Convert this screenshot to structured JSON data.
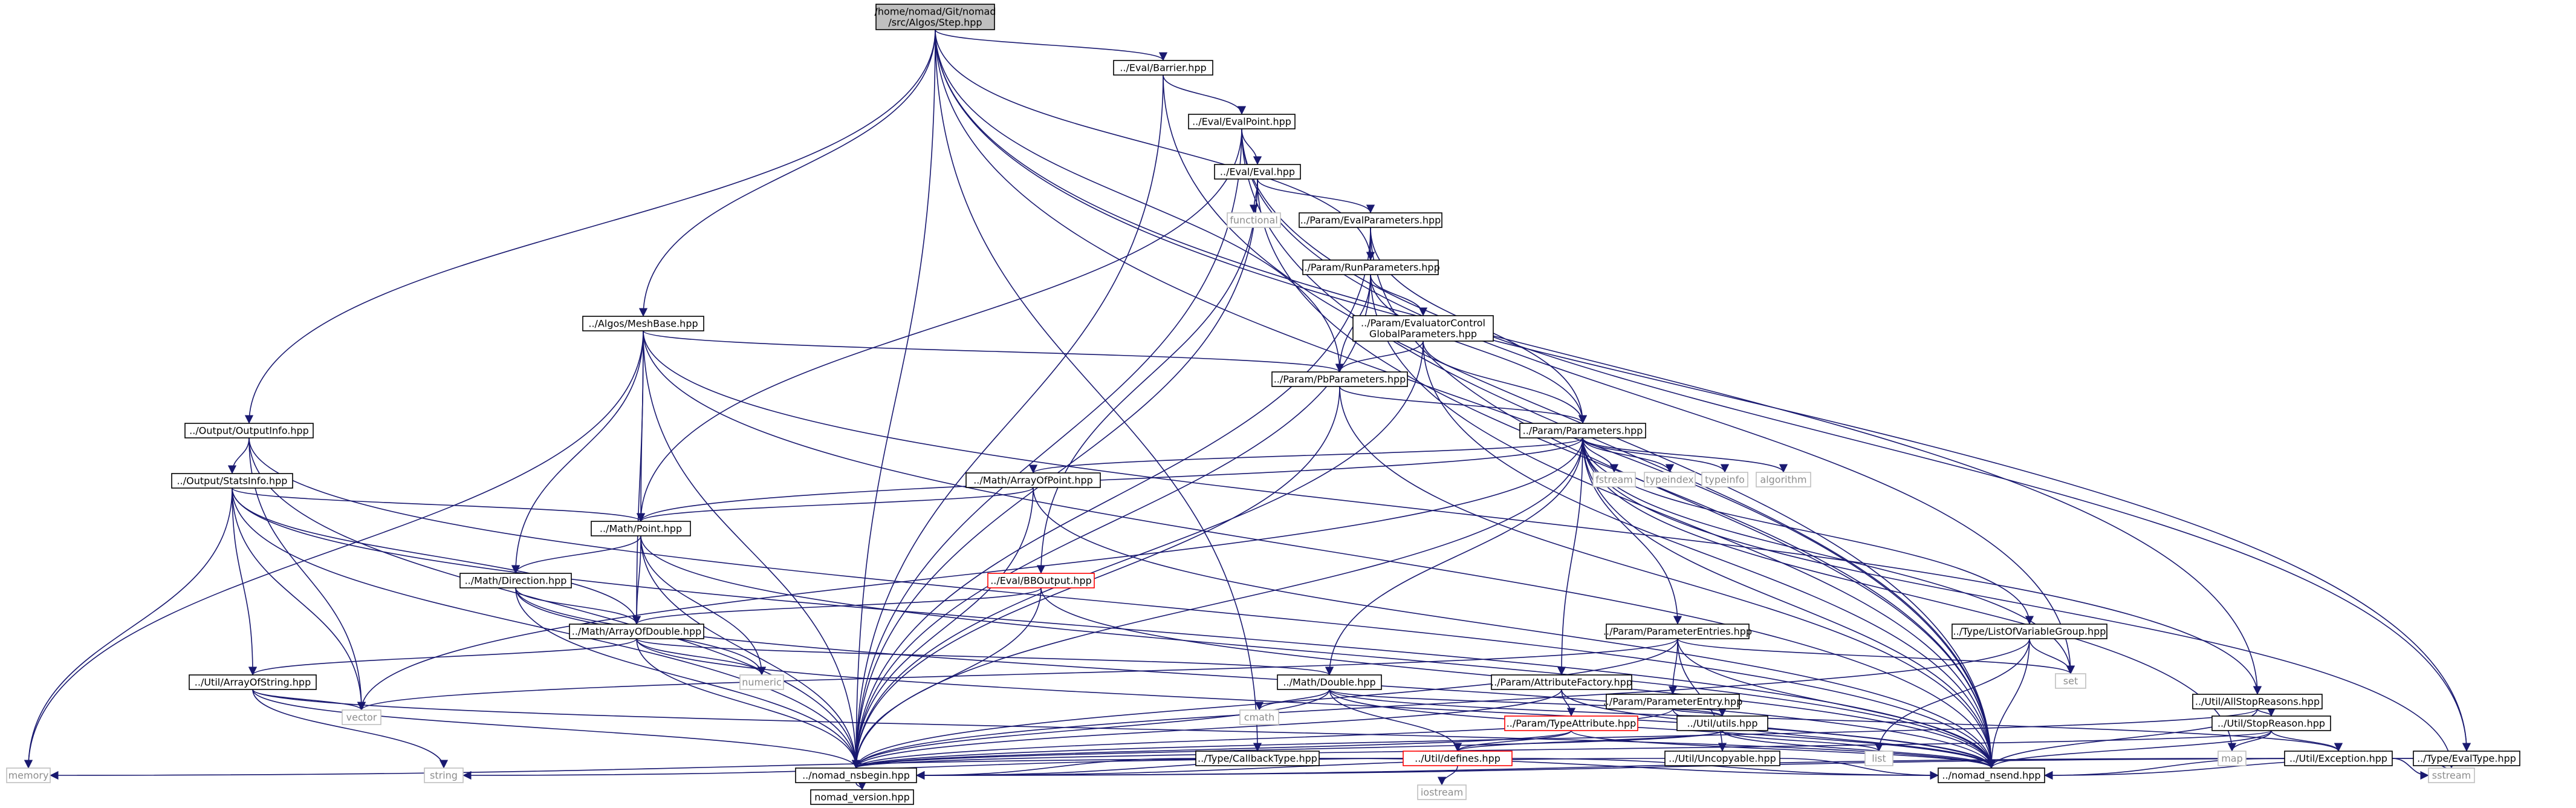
{
  "colors": {
    "edge": "#191970",
    "node_border": "#000000",
    "root_fill": "#bfbfbf",
    "system_border": "#bfbfbf",
    "system_text": "#8c8c8c",
    "error_border": "#ff0000",
    "text": "#000000"
  },
  "nodes": [
    {
      "id": "root",
      "lines": [
        "/home/nomad/Git/nomad",
        "/src/Algos/Step.hpp"
      ],
      "style": "root"
    },
    {
      "id": "barrier",
      "lines": [
        "../Eval/Barrier.hpp"
      ],
      "style": "normal"
    },
    {
      "id": "evalpoint",
      "lines": [
        "../Eval/EvalPoint.hpp"
      ],
      "style": "normal"
    },
    {
      "id": "eval",
      "lines": [
        "../Eval/Eval.hpp"
      ],
      "style": "normal"
    },
    {
      "id": "functional",
      "lines": [
        "functional"
      ],
      "style": "system"
    },
    {
      "id": "evalparams",
      "lines": [
        "../Param/EvalParameters.hpp"
      ],
      "style": "normal"
    },
    {
      "id": "runparams",
      "lines": [
        "../Param/RunParameters.hpp"
      ],
      "style": "normal"
    },
    {
      "id": "evalctrl",
      "lines": [
        "../Param/EvaluatorControl",
        "GlobalParameters.hpp"
      ],
      "style": "normal"
    },
    {
      "id": "meshbase",
      "lines": [
        "../Algos/MeshBase.hpp"
      ],
      "style": "normal"
    },
    {
      "id": "pbparams",
      "lines": [
        "../Param/PbParameters.hpp"
      ],
      "style": "normal"
    },
    {
      "id": "outputinfo",
      "lines": [
        "../Output/OutputInfo.hpp"
      ],
      "style": "normal"
    },
    {
      "id": "statsinfo",
      "lines": [
        "../Output/StatsInfo.hpp"
      ],
      "style": "normal"
    },
    {
      "id": "parameters",
      "lines": [
        "../Param/Parameters.hpp"
      ],
      "style": "normal"
    },
    {
      "id": "fstream",
      "lines": [
        "fstream"
      ],
      "style": "system"
    },
    {
      "id": "typeindex",
      "lines": [
        "typeindex"
      ],
      "style": "system"
    },
    {
      "id": "typeinfo",
      "lines": [
        "typeinfo"
      ],
      "style": "system"
    },
    {
      "id": "algorithm",
      "lines": [
        "algorithm"
      ],
      "style": "system"
    },
    {
      "id": "arrayofpoint",
      "lines": [
        "../Math/ArrayOfPoint.hpp"
      ],
      "style": "normal"
    },
    {
      "id": "point",
      "lines": [
        "../Math/Point.hpp"
      ],
      "style": "normal"
    },
    {
      "id": "direction",
      "lines": [
        "../Math/Direction.hpp"
      ],
      "style": "normal"
    },
    {
      "id": "bboutput",
      "lines": [
        "../Eval/BBOutput.hpp"
      ],
      "style": "error"
    },
    {
      "id": "arrayofdouble",
      "lines": [
        "../Math/ArrayOfDouble.hpp"
      ],
      "style": "normal"
    },
    {
      "id": "paramentries",
      "lines": [
        "../Param/ParameterEntries.hpp"
      ],
      "style": "normal"
    },
    {
      "id": "listofvar",
      "lines": [
        "../Type/ListOfVariableGroup.hpp"
      ],
      "style": "normal"
    },
    {
      "id": "arrayofstring",
      "lines": [
        "../Util/ArrayOfString.hpp"
      ],
      "style": "normal"
    },
    {
      "id": "numeric",
      "lines": [
        "numeric"
      ],
      "style": "system"
    },
    {
      "id": "double",
      "lines": [
        "../Math/Double.hpp"
      ],
      "style": "normal"
    },
    {
      "id": "attrfactory",
      "lines": [
        "../Param/AttributeFactory.hpp"
      ],
      "style": "normal"
    },
    {
      "id": "paramentry",
      "lines": [
        "../Param/ParameterEntry.hpp"
      ],
      "style": "normal"
    },
    {
      "id": "set",
      "lines": [
        "set"
      ],
      "style": "system"
    },
    {
      "id": "allstop",
      "lines": [
        "../Util/AllStopReasons.hpp"
      ],
      "style": "normal"
    },
    {
      "id": "vector",
      "lines": [
        "vector"
      ],
      "style": "system"
    },
    {
      "id": "cmath",
      "lines": [
        "cmath"
      ],
      "style": "system"
    },
    {
      "id": "typeattr",
      "lines": [
        "../Param/TypeAttribute.hpp"
      ],
      "style": "error"
    },
    {
      "id": "utils",
      "lines": [
        "../Util/utils.hpp"
      ],
      "style": "normal"
    },
    {
      "id": "stopreason",
      "lines": [
        "../Util/StopReason.hpp"
      ],
      "style": "normal"
    },
    {
      "id": "callbacktype",
      "lines": [
        "../Type/CallbackType.hpp"
      ],
      "style": "normal"
    },
    {
      "id": "defines",
      "lines": [
        "../Util/defines.hpp"
      ],
      "style": "error"
    },
    {
      "id": "uncopyable",
      "lines": [
        "../Util/Uncopyable.hpp"
      ],
      "style": "normal"
    },
    {
      "id": "list",
      "lines": [
        "list"
      ],
      "style": "system"
    },
    {
      "id": "map",
      "lines": [
        "map"
      ],
      "style": "system"
    },
    {
      "id": "exception",
      "lines": [
        "../Util/Exception.hpp"
      ],
      "style": "normal"
    },
    {
      "id": "evaltype",
      "lines": [
        "../Type/EvalType.hpp"
      ],
      "style": "normal"
    },
    {
      "id": "memory",
      "lines": [
        "memory"
      ],
      "style": "system"
    },
    {
      "id": "string",
      "lines": [
        "string"
      ],
      "style": "system"
    },
    {
      "id": "nombegin",
      "lines": [
        "../nomad_nsbegin.hpp"
      ],
      "style": "normal"
    },
    {
      "id": "iostream",
      "lines": [
        "iostream"
      ],
      "style": "system"
    },
    {
      "id": "nomend",
      "lines": [
        "../nomad_nsend.hpp"
      ],
      "style": "normal"
    },
    {
      "id": "sstream",
      "lines": [
        "sstream"
      ],
      "style": "system"
    },
    {
      "id": "version",
      "lines": [
        "nomad_version.hpp"
      ],
      "style": "normal"
    }
  ],
  "edges": [
    [
      "root",
      "barrier"
    ],
    [
      "root",
      "runparams"
    ],
    [
      "root",
      "meshbase"
    ],
    [
      "root",
      "outputinfo"
    ],
    [
      "root",
      "pbparams"
    ],
    [
      "root",
      "callbacktype"
    ],
    [
      "root",
      "evaltype"
    ],
    [
      "root",
      "allstop"
    ],
    [
      "root",
      "nombegin"
    ],
    [
      "root",
      "nomend"
    ],
    [
      "barrier",
      "evalpoint"
    ],
    [
      "barrier",
      "nombegin"
    ],
    [
      "barrier",
      "nomend"
    ],
    [
      "evalpoint",
      "eval"
    ],
    [
      "evalpoint",
      "point"
    ],
    [
      "evalpoint",
      "set"
    ],
    [
      "evalpoint",
      "evaltype"
    ],
    [
      "evalpoint",
      "nombegin"
    ],
    [
      "evalpoint",
      "nomend"
    ],
    [
      "eval",
      "functional"
    ],
    [
      "eval",
      "evalparams"
    ],
    [
      "eval",
      "bboutput"
    ],
    [
      "eval",
      "nombegin"
    ],
    [
      "eval",
      "nomend"
    ],
    [
      "evalparams",
      "runparams"
    ],
    [
      "evalparams",
      "parameters"
    ],
    [
      "evalparams",
      "nombegin"
    ],
    [
      "evalparams",
      "nomend"
    ],
    [
      "runparams",
      "evalctrl"
    ],
    [
      "runparams",
      "pbparams"
    ],
    [
      "runparams",
      "parameters"
    ],
    [
      "runparams",
      "nombegin"
    ],
    [
      "runparams",
      "nomend"
    ],
    [
      "evalctrl",
      "pbparams"
    ],
    [
      "evalctrl",
      "parameters"
    ],
    [
      "evalctrl",
      "nombegin"
    ],
    [
      "evalctrl",
      "nomend"
    ],
    [
      "meshbase",
      "pbparams"
    ],
    [
      "meshbase",
      "direction"
    ],
    [
      "meshbase",
      "point"
    ],
    [
      "meshbase",
      "arrayofdouble"
    ],
    [
      "meshbase",
      "memory"
    ],
    [
      "meshbase",
      "nombegin"
    ],
    [
      "meshbase",
      "nomend"
    ],
    [
      "meshbase",
      "allstop"
    ],
    [
      "pbparams",
      "parameters"
    ],
    [
      "pbparams",
      "nombegin"
    ],
    [
      "pbparams",
      "nomend"
    ],
    [
      "outputinfo",
      "statsinfo"
    ],
    [
      "outputinfo",
      "vector"
    ],
    [
      "outputinfo",
      "nombegin"
    ],
    [
      "outputinfo",
      "nomend"
    ],
    [
      "statsinfo",
      "point"
    ],
    [
      "statsinfo",
      "arrayofdouble"
    ],
    [
      "statsinfo",
      "arrayofstring"
    ],
    [
      "statsinfo",
      "vector"
    ],
    [
      "statsinfo",
      "memory"
    ],
    [
      "statsinfo",
      "nombegin"
    ],
    [
      "statsinfo",
      "nomend"
    ],
    [
      "parameters",
      "fstream"
    ],
    [
      "parameters",
      "typeindex"
    ],
    [
      "parameters",
      "typeinfo"
    ],
    [
      "parameters",
      "algorithm"
    ],
    [
      "parameters",
      "arrayofpoint"
    ],
    [
      "parameters",
      "point"
    ],
    [
      "parameters",
      "paramentries"
    ],
    [
      "parameters",
      "listofvar"
    ],
    [
      "parameters",
      "double"
    ],
    [
      "parameters",
      "attrfactory"
    ],
    [
      "parameters",
      "set"
    ],
    [
      "parameters",
      "map"
    ],
    [
      "parameters",
      "vector"
    ],
    [
      "parameters",
      "nombegin"
    ],
    [
      "parameters",
      "nomend"
    ],
    [
      "parameters",
      "sstream"
    ],
    [
      "arrayofpoint",
      "point"
    ],
    [
      "arrayofpoint",
      "nombegin"
    ],
    [
      "arrayofpoint",
      "nomend"
    ],
    [
      "point",
      "direction"
    ],
    [
      "point",
      "arrayofdouble"
    ],
    [
      "point",
      "numeric"
    ],
    [
      "point",
      "nombegin"
    ],
    [
      "point",
      "nomend"
    ],
    [
      "direction",
      "arrayofdouble"
    ],
    [
      "direction",
      "numeric"
    ],
    [
      "direction",
      "nombegin"
    ],
    [
      "direction",
      "nomend"
    ],
    [
      "bboutput",
      "arrayofdouble"
    ],
    [
      "bboutput",
      "nombegin"
    ],
    [
      "bboutput",
      "nomend"
    ],
    [
      "arrayofdouble",
      "arrayofstring"
    ],
    [
      "arrayofdouble",
      "double"
    ],
    [
      "arrayofdouble",
      "numeric"
    ],
    [
      "arrayofdouble",
      "nombegin"
    ],
    [
      "arrayofdouble",
      "nomend"
    ],
    [
      "paramentries",
      "paramentry"
    ],
    [
      "paramentries",
      "uncopyable"
    ],
    [
      "paramentries",
      "set"
    ],
    [
      "paramentries",
      "vector"
    ],
    [
      "paramentries",
      "nombegin"
    ],
    [
      "paramentries",
      "nomend"
    ],
    [
      "listofvar",
      "set"
    ],
    [
      "listofvar",
      "list"
    ],
    [
      "listofvar",
      "nombegin"
    ],
    [
      "listofvar",
      "nomend"
    ],
    [
      "arrayofstring",
      "vector"
    ],
    [
      "arrayofstring",
      "string"
    ],
    [
      "arrayofstring",
      "nombegin"
    ],
    [
      "arrayofstring",
      "nomend"
    ],
    [
      "double",
      "utils"
    ],
    [
      "double",
      "exception"
    ],
    [
      "double",
      "defines"
    ],
    [
      "double",
      "cmath"
    ],
    [
      "double",
      "nombegin"
    ],
    [
      "double",
      "nomend"
    ],
    [
      "attrfactory",
      "typeattr"
    ],
    [
      "attrfactory",
      "nombegin"
    ],
    [
      "attrfactory",
      "nomend"
    ],
    [
      "paramentry",
      "utils"
    ],
    [
      "paramentry",
      "nombegin"
    ],
    [
      "paramentry",
      "nomend"
    ],
    [
      "allstop",
      "stopreason"
    ],
    [
      "allstop",
      "nombegin"
    ],
    [
      "allstop",
      "nomend"
    ],
    [
      "typeattr",
      "defines"
    ],
    [
      "typeattr",
      "nombegin"
    ],
    [
      "typeattr",
      "nomend"
    ],
    [
      "utils",
      "defines"
    ],
    [
      "utils",
      "list"
    ],
    [
      "utils",
      "nombegin"
    ],
    [
      "utils",
      "nomend"
    ],
    [
      "stopreason",
      "exception"
    ],
    [
      "stopreason",
      "map"
    ],
    [
      "stopreason",
      "nombegin"
    ],
    [
      "stopreason",
      "nomend"
    ],
    [
      "callbacktype",
      "nombegin"
    ],
    [
      "callbacktype",
      "nomend"
    ],
    [
      "defines",
      "iostream"
    ],
    [
      "defines",
      "string"
    ],
    [
      "defines",
      "memory"
    ],
    [
      "defines",
      "nombegin"
    ],
    [
      "defines",
      "nomend"
    ],
    [
      "uncopyable",
      "nombegin"
    ],
    [
      "uncopyable",
      "nomend"
    ],
    [
      "exception",
      "sstream"
    ],
    [
      "exception",
      "nombegin"
    ],
    [
      "exception",
      "nomend"
    ],
    [
      "evaltype",
      "sstream"
    ],
    [
      "evaltype",
      "nombegin"
    ],
    [
      "evaltype",
      "nomend"
    ],
    [
      "nombegin",
      "version"
    ]
  ]
}
